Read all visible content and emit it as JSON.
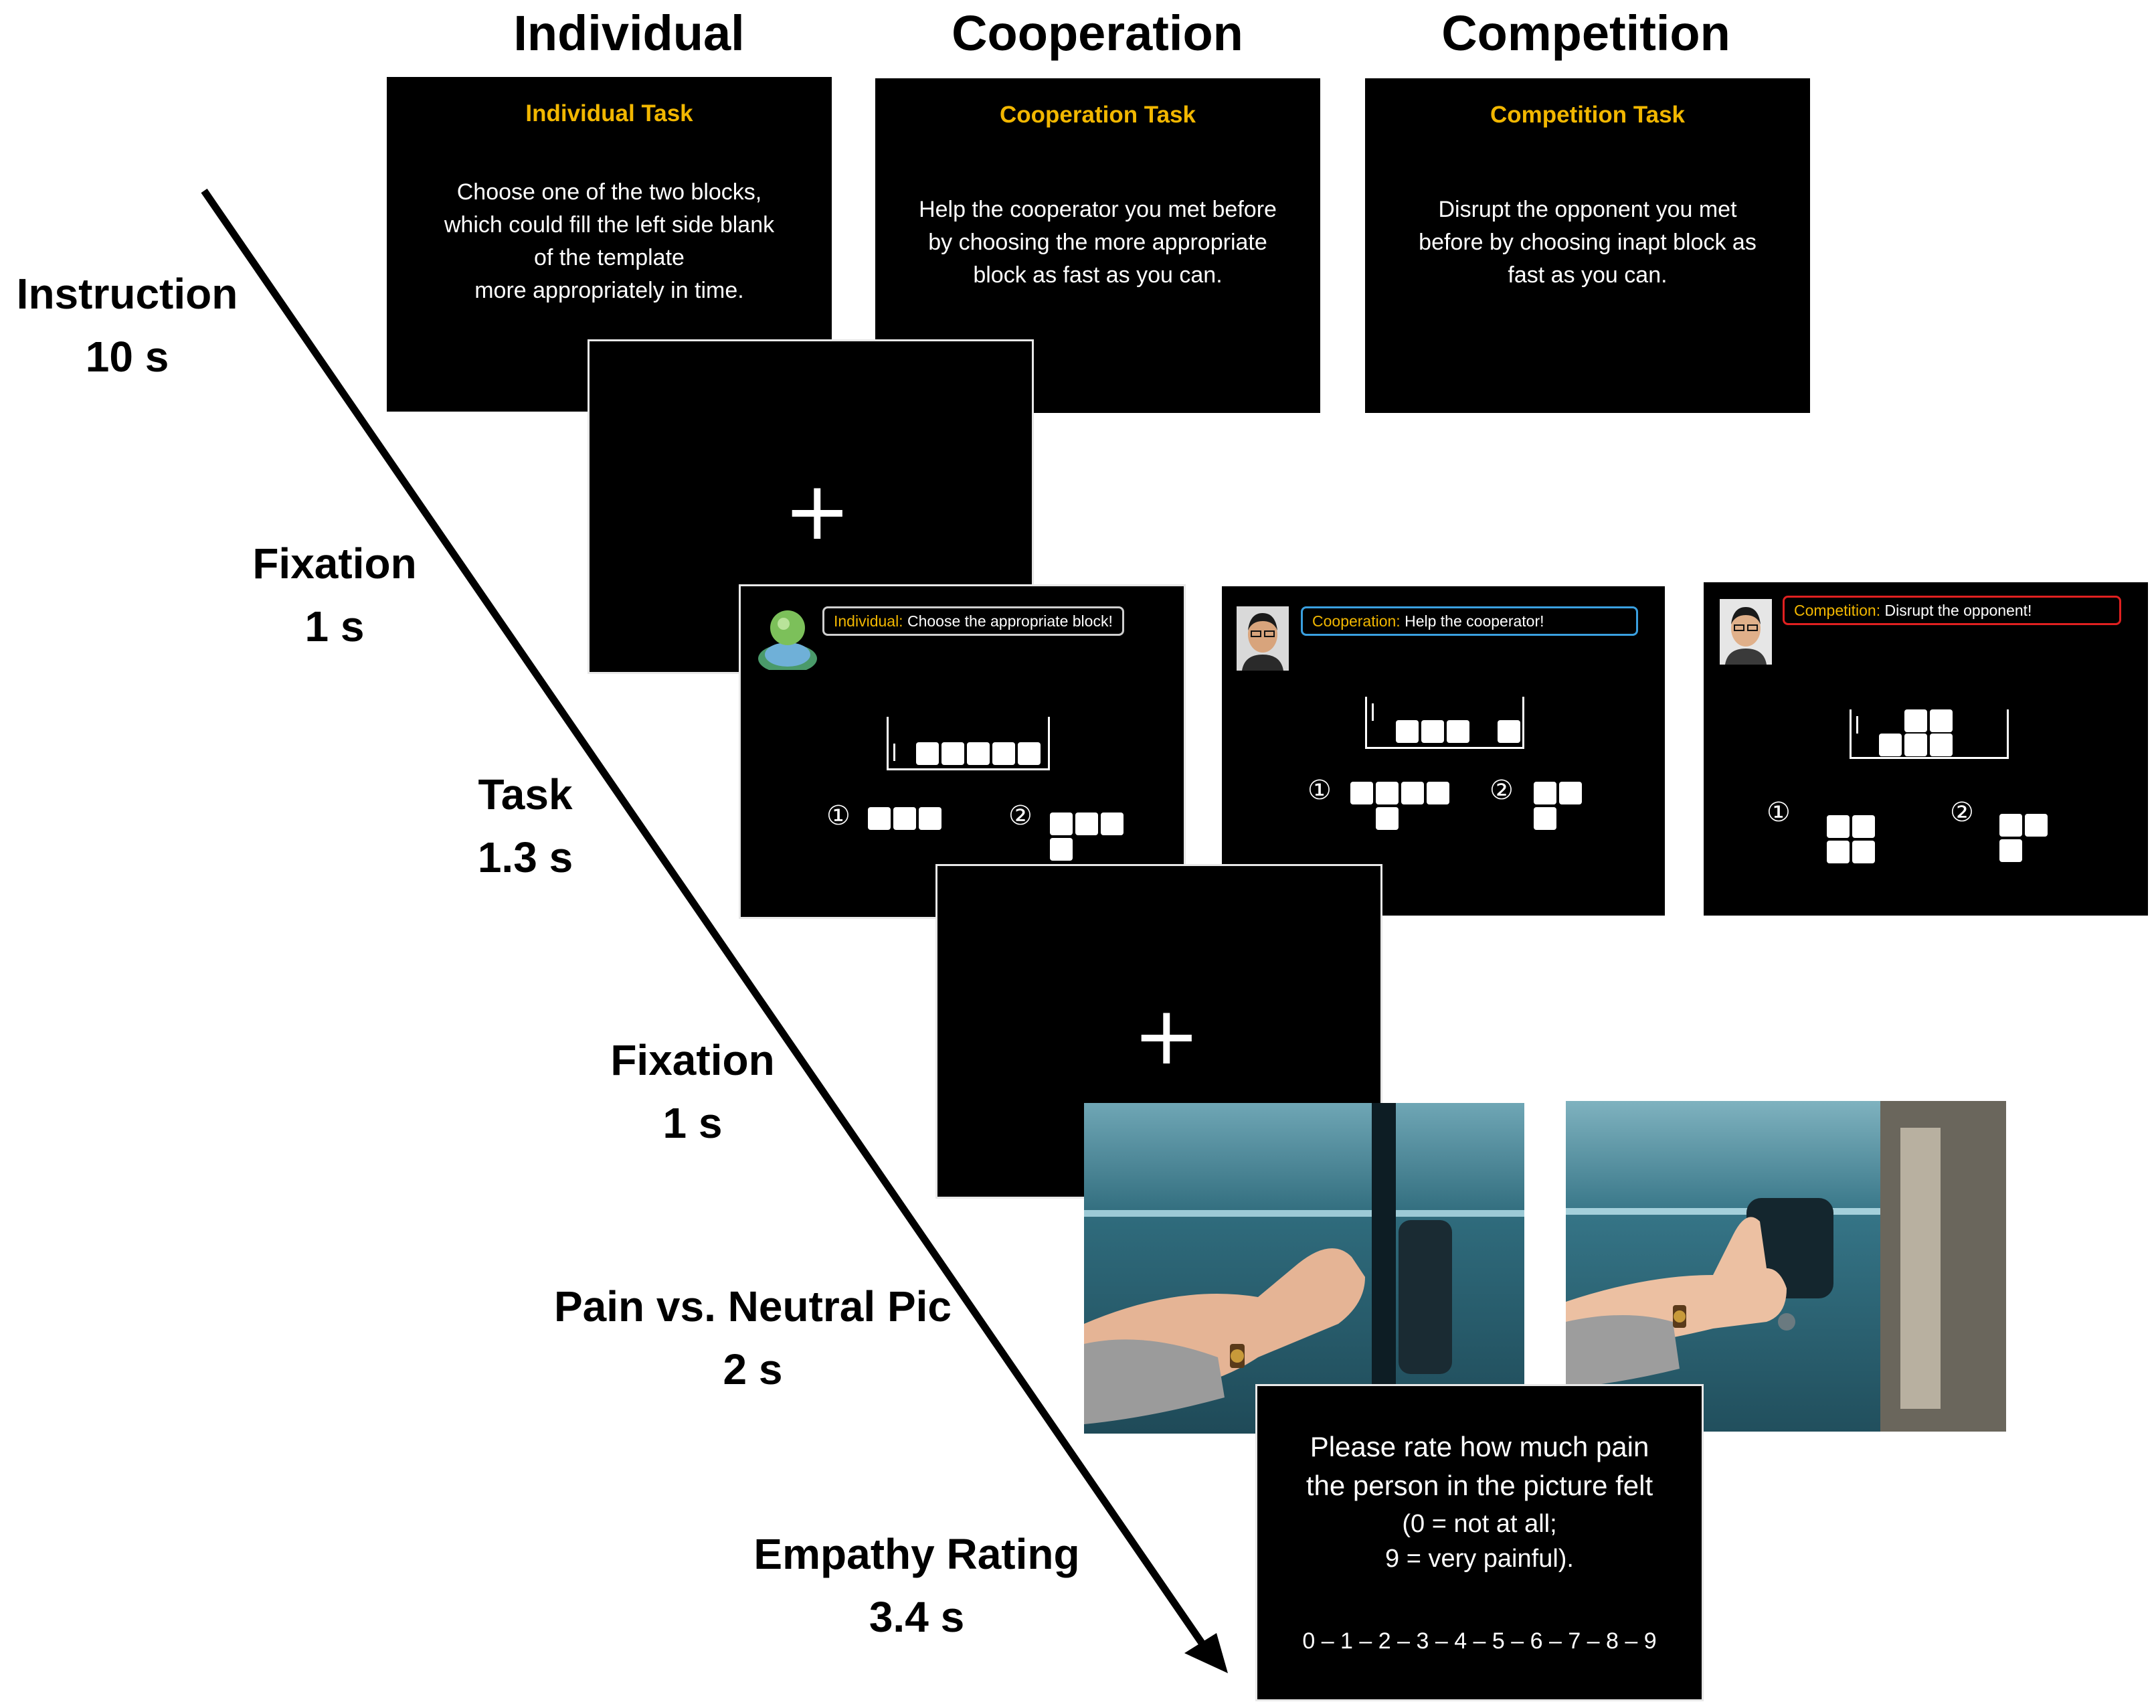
{
  "columns": [
    "Individual",
    "Cooperation",
    "Competition"
  ],
  "stages": [
    {
      "name": "Instruction",
      "duration": "10 s"
    },
    {
      "name": "Fixation",
      "duration": "1 s"
    },
    {
      "name": "Task",
      "duration": "1.3 s"
    },
    {
      "name": "Fixation",
      "duration": "1 s"
    },
    {
      "name": "Pain vs. Neutral Pic",
      "duration": "2 s"
    },
    {
      "name": "Empathy Rating",
      "duration": "3.4 s"
    }
  ],
  "instructions": [
    {
      "title": "Individual Task",
      "lines": [
        "Choose one of the two blocks,",
        "which could fill the left side blank",
        "of the template",
        "more appropriately in time."
      ]
    },
    {
      "title": "Cooperation Task",
      "lines": [
        "Help the cooperator you met before",
        "by choosing the more appropriate",
        "block as fast as you can."
      ]
    },
    {
      "title": "Competition Task",
      "lines": [
        "Disrupt the opponent you met",
        "before by choosing inapt block as",
        "fast as you can."
      ]
    }
  ],
  "fixation_symbol": "+",
  "tasks": [
    {
      "condition": "Individual:",
      "message": " Choose the appropriate block!",
      "border_color": "#cfcfcf"
    },
    {
      "condition": "Cooperation:",
      "message": " Help the cooperator!",
      "border_color": "#3aa0e0"
    },
    {
      "condition": "Competition:",
      "message": " Disrupt the opponent!",
      "border_color": "#e02020"
    }
  ],
  "option_labels": [
    "①",
    "②"
  ],
  "rating": {
    "line1": "Please rate how much pain",
    "line2": "the person in the picture felt",
    "line3": "(0 = not at all;",
    "line4": "9 = very painful).",
    "scale": "0 – 1 – 2 – 3 – 4 – 5 – 6 – 7 – 8 – 9"
  },
  "colors": {
    "instruction_title": "#f2b700",
    "screen_bg": "#000000",
    "car_blue": "#2f6b7c"
  }
}
